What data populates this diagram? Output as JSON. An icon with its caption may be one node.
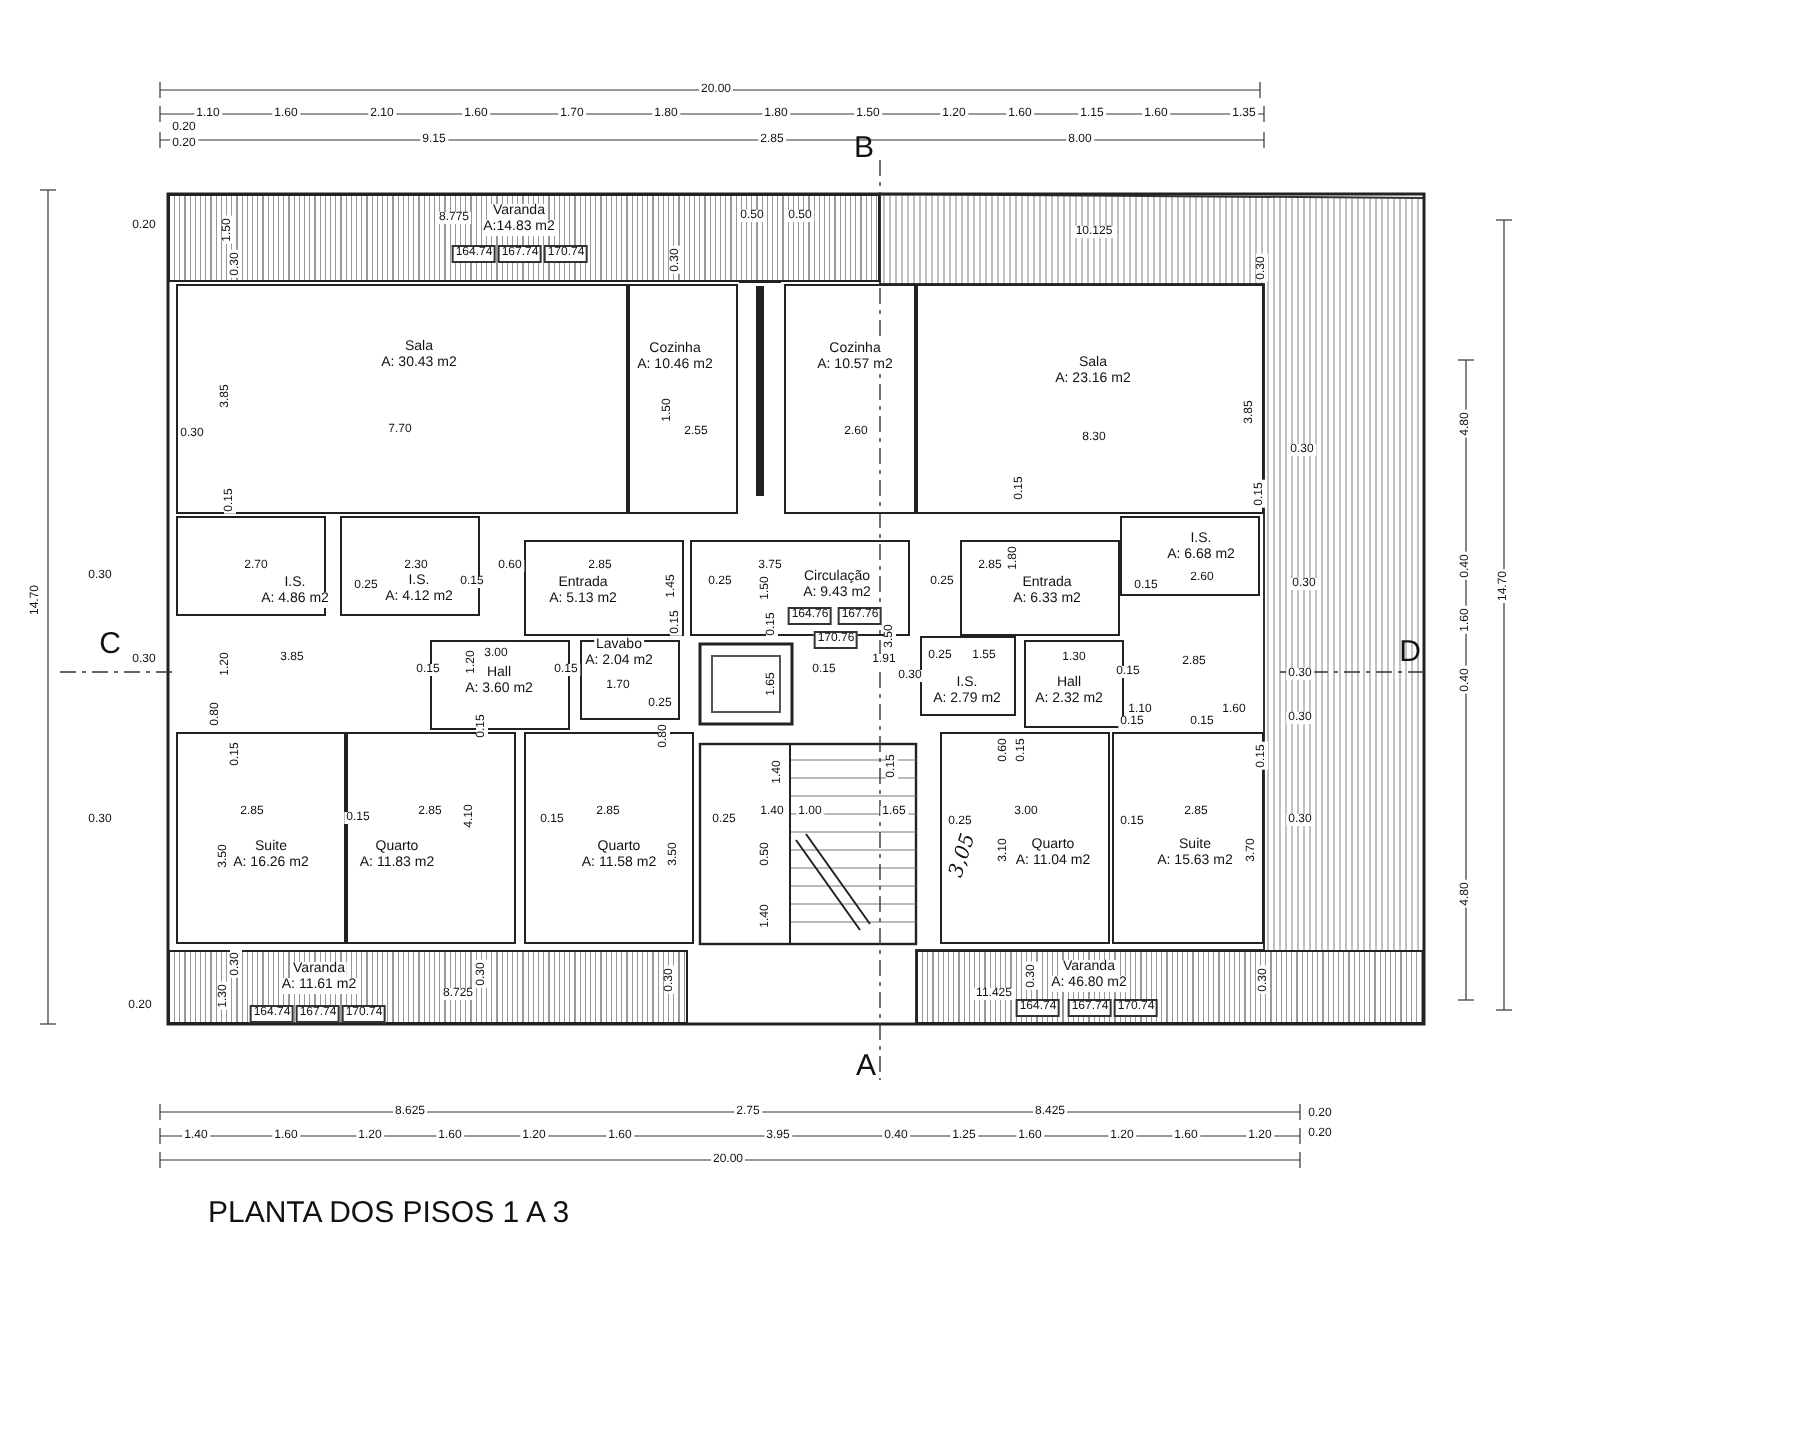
{
  "diagram": {
    "title": "PLANTA DOS PISOS 1 A 3",
    "nodes": [
      {
        "text": [
          "Varanda",
          "A:14.83 m2"
        ]
      },
      {
        "text": [
          "Sala",
          "A: 30.43 m2"
        ]
      },
      {
        "text": [
          "Cozinha",
          "A: 10.46 m2"
        ]
      },
      {
        "text": [
          "Cozinha",
          "A: 10.57 m2"
        ]
      },
      {
        "text": [
          "Sala",
          "A: 23.16 m2"
        ]
      },
      {
        "text": [
          "I.S.",
          "A: 4.86 m2"
        ]
      },
      {
        "text": [
          "I.S.",
          "A: 4.12 m2"
        ]
      },
      {
        "text": [
          "Entrada",
          "A: 5.13 m2"
        ]
      },
      {
        "text": [
          "Circulação",
          "A: 9.43 m2"
        ]
      },
      {
        "text": [
          "Entrada",
          "A: 6.33 m2"
        ]
      },
      {
        "text": [
          "I.S.",
          "A: 6.68 m2"
        ]
      },
      {
        "text": [
          "Hall",
          "A: 3.60 m2"
        ]
      },
      {
        "text": [
          "Lavabo",
          "A: 2.04 m2"
        ]
      },
      {
        "text": [
          "I.S.",
          "A: 2.79 m2"
        ]
      },
      {
        "text": [
          "Hall",
          "A: 2.32 m2"
        ]
      },
      {
        "text": [
          "Suite",
          "A: 16.26 m2"
        ]
      },
      {
        "text": [
          "Quarto",
          "A: 11.83 m2"
        ]
      },
      {
        "text": [
          "Quarto",
          "A: 11.58 m2"
        ]
      },
      {
        "text": [
          "Quarto",
          "A: 11.04 m2"
        ]
      },
      {
        "text": [
          "Suite",
          "A: 15.63 m2"
        ]
      },
      {
        "text": [
          "Varanda",
          "A: 11.61 m2"
        ]
      },
      {
        "text": [
          "Varanda",
          "A: 46.80 m2"
        ]
      }
    ],
    "labels": [
      "20.00",
      "1.10",
      "1.60",
      "2.10",
      "1.60",
      "1.70",
      "1.80",
      "1.80",
      "1.50",
      "1.20",
      "1.60",
      "1.15",
      "1.60",
      "1.35",
      "0.20",
      "0.20",
      "9.15",
      "2.85",
      "8.00",
      "B",
      "14.70",
      "0.20",
      "8.775",
      "164.74",
      "167.74",
      "170.74",
      "1.50",
      "0.30",
      "0.50",
      "0.50",
      "0.30",
      "10.125",
      "0.30",
      "3.85",
      "7.70",
      "0.30",
      "1.50",
      "2.55",
      "2.60",
      "3.85",
      "8.30",
      "0.30",
      "4.80",
      "0.15",
      "0.15",
      "0.15",
      "0.30",
      "2.70",
      "2.30",
      "0.25",
      "0.15",
      "0.60",
      "2.85",
      "1.45",
      "0.25",
      "3.75",
      "1.50",
      "0.25",
      "164.76",
      "167.76",
      "170.76",
      "0.15",
      "0.15",
      "2.85",
      "1.80",
      "0.15",
      "2.60",
      "0.30",
      "C",
      "0.30",
      "1.20",
      "3.85",
      "0.15",
      "1.20",
      "3.00",
      "0.15",
      "1.70",
      "0.25",
      "1.65",
      "0.15",
      "1.91",
      "3.50",
      "0.30",
      "0.25",
      "1.55",
      "1.30",
      "0.15",
      "2.85",
      "0.30",
      "D",
      "0.40",
      "1.60",
      "0.40",
      "14.70",
      "1.10",
      "0.15",
      "1.60",
      "0.15",
      "0.30",
      "0.80",
      "0.15",
      "0.15",
      "0.80",
      "1.40",
      "0.15",
      "0.60",
      "0.15",
      "0.15",
      "0.30",
      "2.85",
      "0.15",
      "2.85",
      "4.10",
      "0.15",
      "2.85",
      "0.25",
      "1.40",
      "1.00",
      "1.65",
      "0.25",
      "3.00",
      "0.15",
      "2.85",
      "0.30",
      "3.50",
      "3.50",
      "0.50",
      "1.40",
      "3.10",
      "3,05",
      "3.70",
      "4.80",
      "0.30",
      "1.30",
      "0.30",
      "0.30",
      "8.725",
      "0.20",
      "164.74",
      "167.74",
      "170.74",
      "0.30",
      "0.30",
      "11.425",
      "164.74",
      "167.74",
      "170.74",
      "A",
      "8.625",
      "2.75",
      "8.425",
      "0.20",
      "1.40",
      "1.60",
      "1.20",
      "1.60",
      "1.20",
      "1.60",
      "3.95",
      "0.40",
      "1.25",
      "1.60",
      "1.20",
      "1.60",
      "1.20",
      "0.20",
      "20.00"
    ]
  }
}
